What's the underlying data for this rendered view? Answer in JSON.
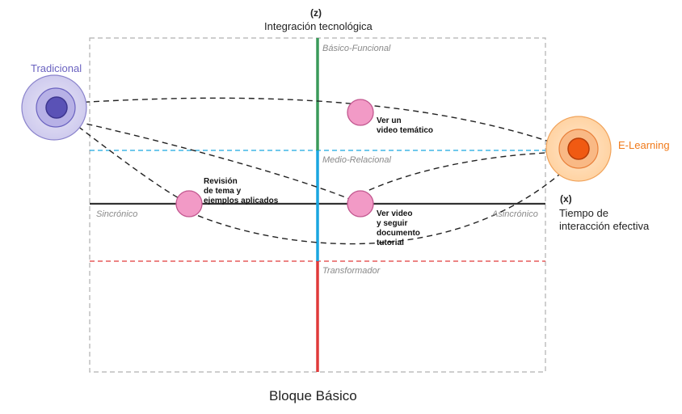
{
  "z_axis": {
    "tag": "(z)",
    "title": "Integración tecnológica"
  },
  "x_axis": {
    "tag": "(x)",
    "title_line1": "Tiempo de",
    "title_line2": "interacción efectiva"
  },
  "levels": {
    "basic": "Básico-Funcional",
    "medium": "Medio-Relacional",
    "transform": "Transformador"
  },
  "modes": {
    "left": "Sincrónico",
    "right": "Asincrónico"
  },
  "endpoints": {
    "traditional": "Tradicional",
    "elearning": "E-Learning"
  },
  "activities": {
    "video_tematico": [
      "Ver un",
      "video temático"
    ],
    "revision": [
      "Revisión",
      "de tema y",
      "ejemplos aplicados"
    ],
    "video_tutorial": [
      "Ver video",
      "y seguir",
      "documento",
      "tutorial"
    ]
  },
  "footer": "Bloque Básico",
  "colors": {
    "traditional": "#6a62c0",
    "elearning": "#f07a1a",
    "activity_node": "#f29ac6",
    "basic_axis": "#3a9a5a",
    "medium_axis": "#1aa6e0",
    "transform_axis": "#e03a3a"
  }
}
